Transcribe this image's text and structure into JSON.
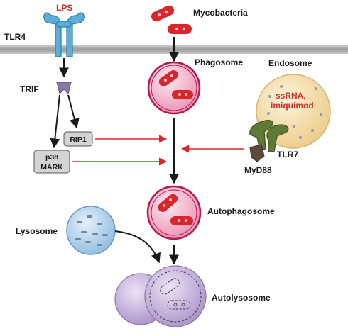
{
  "labels": {
    "lps": "LPS",
    "tlr4": "TLR4",
    "trif": "TRIF",
    "rip1": "RIP1",
    "p38": "p38",
    "mark": "MARK",
    "mycobacteria": "Mycobacteria",
    "phagosome": "Phagosome",
    "endosome": "Endosome",
    "ssrna": "ssRNA,",
    "imiquimod": "imiquimod",
    "tlr7": "TLR7",
    "myd88": "MyD88",
    "autophagosome": "Autophagosome",
    "lysosome": "Lysosome",
    "autolysosome": "Autolysosome"
  },
  "colors": {
    "membrane": "#a9a9a9",
    "tlr4": "#5aaed8",
    "trif": "#8e77a8",
    "bacteria": "#d9262c",
    "phagosome_fill": "#f4b9cc",
    "phagosome_stroke": "#b5174f",
    "endosome_fill": "#f3dca8",
    "tlr7": "#5e7a35",
    "myd88": "#5e4a3a",
    "lysosome_fill": "#a9cbe6",
    "autolysosome_fill": "#b7a0cf",
    "red_arrow": "#d9262c",
    "text_red": "#c8322f"
  }
}
